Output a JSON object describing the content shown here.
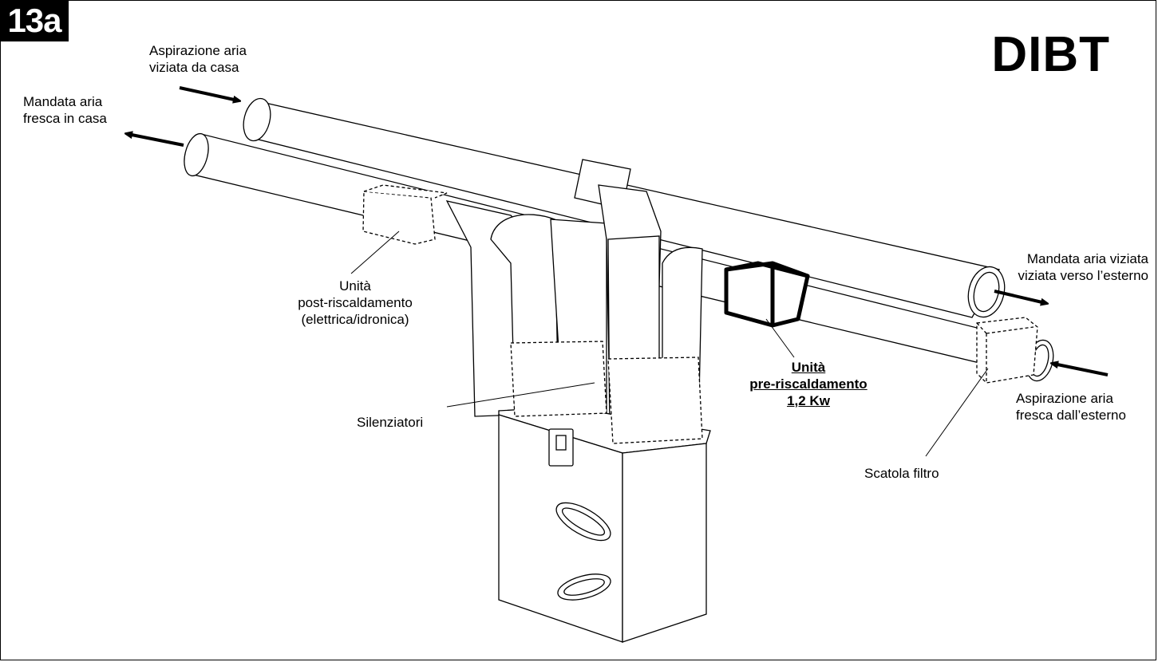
{
  "figure_label": "13a",
  "variant": "DIBT",
  "labels": {
    "extract_stale_air": [
      "Aspirazione aria",
      "viziata da casa"
    ],
    "supply_fresh_air": [
      "Mandata aria",
      "fresca in casa"
    ],
    "post_heating_unit": [
      "Unità",
      "post-riscaldamento",
      "(elettrica/idronica)"
    ],
    "silencers": "Silenziatori",
    "pre_heating_unit": [
      "Unità",
      "pre-riscaldamento",
      "1,2 Kw"
    ],
    "exhaust_stale_air": [
      "Mandata aria viziata",
      "viziata verso l’esterno"
    ],
    "intake_fresh_air": [
      "Aspirazione aria",
      "fresca dall’esterno"
    ],
    "filter_box": "Scatola filtro"
  }
}
